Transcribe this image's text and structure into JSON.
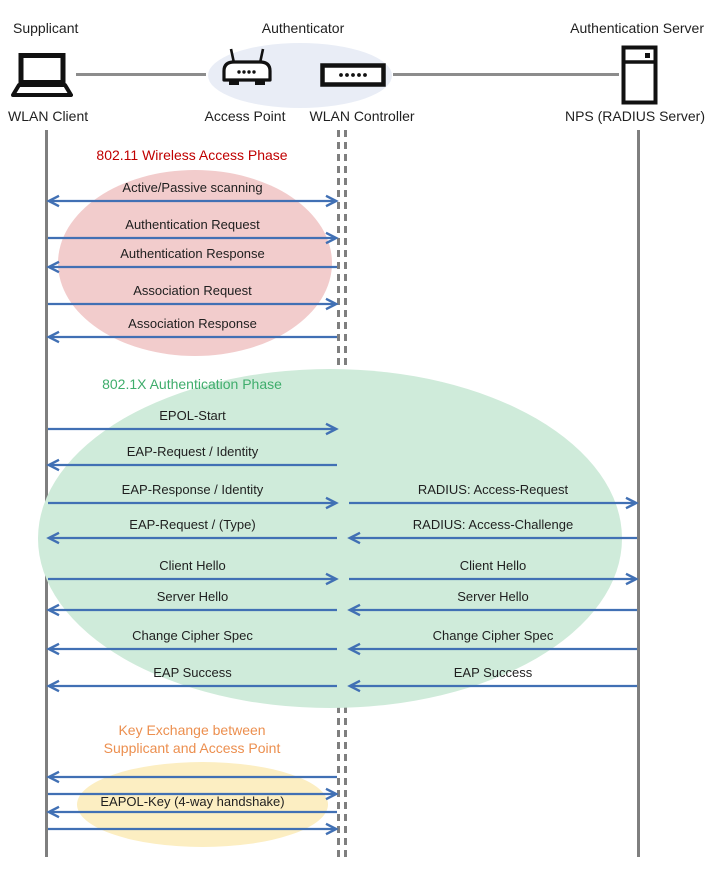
{
  "palette": {
    "arrow": "#4170B4",
    "lifeline_gray": "#7F7F7F",
    "connector_gray": "#8C8C8C",
    "phase1_color": "#C00000",
    "phase2_color": "#3FAD6C",
    "phase3_color": "#EC8F4F",
    "pink_ellipse": "#F2CCCC",
    "green_ellipse": "#CFEBDA",
    "yellow_ellipse": "#FCEEC2",
    "blue_ellipse": "#E9EDF6"
  },
  "actors": {
    "roles": [
      {
        "label": "Supplicant"
      },
      {
        "label": "Authenticator"
      },
      {
        "label": "Authentication Server"
      }
    ],
    "nodes": [
      {
        "label": "WLAN Client",
        "icon": "laptop-icon"
      },
      {
        "label": "Access Point",
        "icon": "access-point-icon"
      },
      {
        "label": "WLAN Controller",
        "icon": "wlan-controller-icon"
      },
      {
        "label": "NPS (RADIUS Server)",
        "icon": "server-icon"
      }
    ]
  },
  "phases": [
    {
      "title": "802.11 Wireless Access Phase"
    },
    {
      "title": "802.1X Authentication Phase"
    },
    {
      "title_lines": [
        "Key Exchange between",
        "Supplicant and Access Point"
      ]
    }
  ],
  "rows": [
    {
      "left": {
        "label": "Active/Passive scanning",
        "arrow": "both"
      }
    },
    {
      "left": {
        "label": "Authentication Request",
        "arrow": "right"
      }
    },
    {
      "left": {
        "label": "Authentication Response",
        "arrow": "left"
      }
    },
    {
      "left": {
        "label": "Association Request",
        "arrow": "right"
      }
    },
    {
      "left": {
        "label": "Association Response",
        "arrow": "left"
      }
    },
    {
      "left": {
        "label": "EPOL-Start",
        "arrow": "right"
      }
    },
    {
      "left": {
        "label": "EAP-Request / Identity",
        "arrow": "left"
      }
    },
    {
      "left": {
        "label": "EAP-Response / Identity",
        "arrow": "right"
      },
      "right": {
        "label": "RADIUS: Access-Request",
        "arrow": "right"
      }
    },
    {
      "left": {
        "label": "EAP-Request / (Type)",
        "arrow": "left"
      },
      "right": {
        "label": "RADIUS: Access-Challenge",
        "arrow": "left"
      }
    },
    {
      "left": {
        "label": "Client Hello",
        "arrow": "right"
      },
      "right": {
        "label": "Client Hello",
        "arrow": "right"
      }
    },
    {
      "left": {
        "label": "Server Hello",
        "arrow": "left"
      },
      "right": {
        "label": "Server Hello",
        "arrow": "left"
      }
    },
    {
      "left": {
        "label": "Change Cipher Spec",
        "arrow": "left"
      },
      "right": {
        "label": "Change Cipher Spec",
        "arrow": "left"
      }
    },
    {
      "left": {
        "label": "EAP Success",
        "arrow": "left"
      },
      "right": {
        "label": "EAP Success",
        "arrow": "left"
      }
    },
    {
      "left": {
        "label": "",
        "arrow": "left"
      }
    },
    {
      "left": {
        "label": "",
        "arrow": "right"
      }
    },
    {
      "left": {
        "label": "EAPOL-Key (4-way handshake)",
        "arrow": "left"
      }
    },
    {
      "left": {
        "label": "",
        "arrow": "right"
      }
    }
  ]
}
